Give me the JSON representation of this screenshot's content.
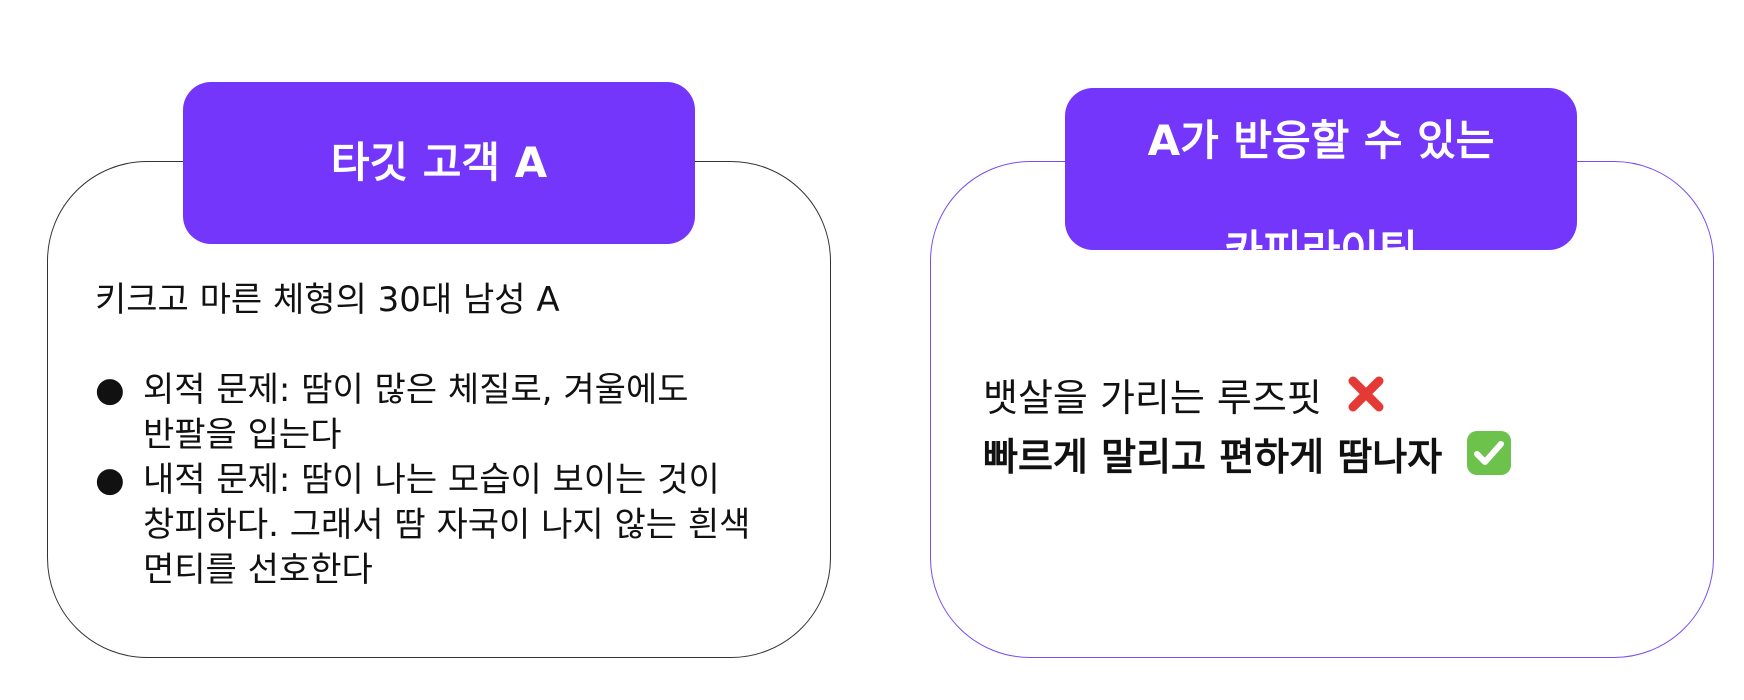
{
  "colors": {
    "accent": "#7436fb",
    "left_card_border": "#333333",
    "right_card_border": "#7a4cf0"
  },
  "left": {
    "title": "타깃 고객 A",
    "intro": "키크고 마른 체형의 30대 남성 A",
    "bullets": [
      {
        "marker": "●",
        "lines": [
          "외적 문제: 땀이 많은 체질로, 겨울에도",
          "반팔을 입는다"
        ]
      },
      {
        "marker": "●",
        "lines": [
          "내적 문제: 땀이 나는 모습이 보이는 것이",
          "창피하다. 그래서 땀 자국이 나지 않는 흰색",
          "면티를 선호한다"
        ]
      }
    ]
  },
  "right": {
    "title_lines": [
      "A가 반응할 수 있는",
      "카피라이팅"
    ],
    "line1": "뱃살을 가리는 루즈핏",
    "line1_icon": "cross-mark-icon",
    "line2": "빠르게 말리고 편하게 땀나자",
    "line2_icon": "check-mark-icon"
  }
}
